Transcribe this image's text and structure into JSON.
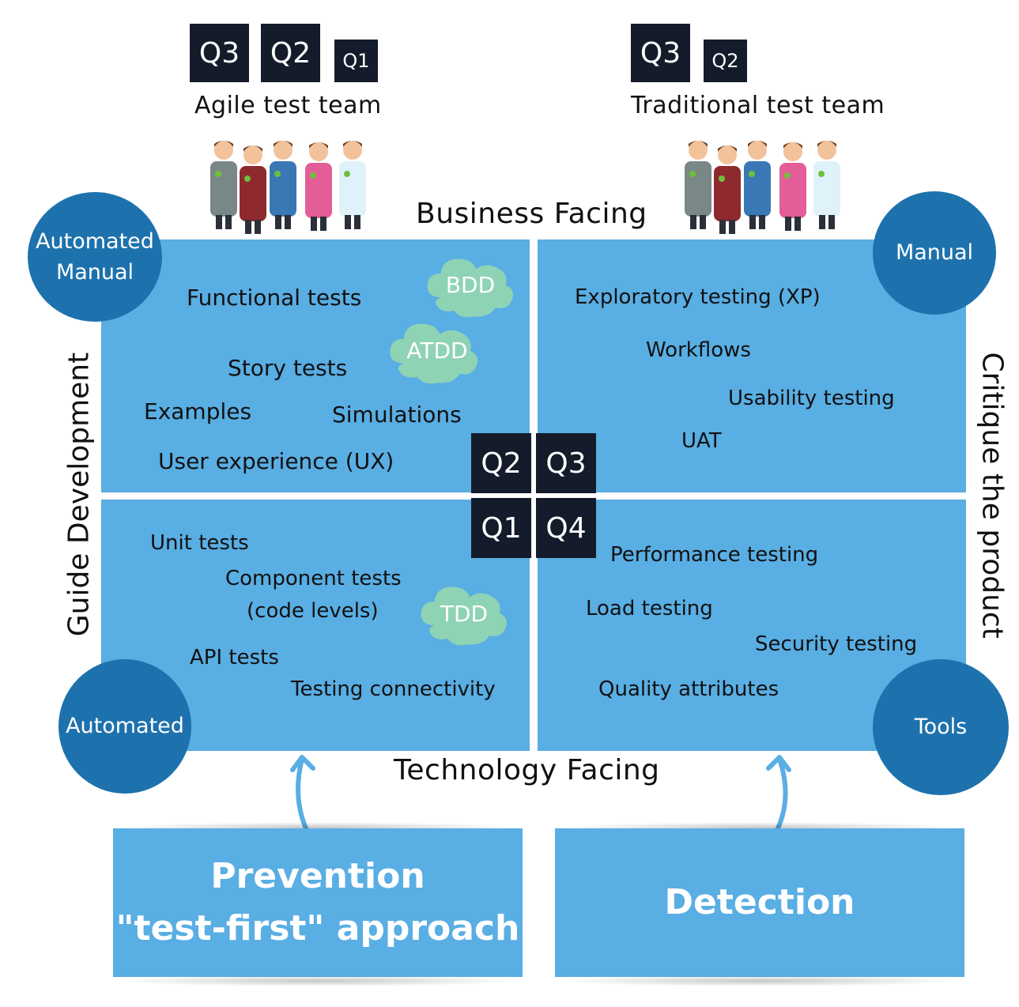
{
  "agile_team": {
    "badges": [
      "Q3",
      "Q2",
      "Q1"
    ],
    "label": "Agile test team"
  },
  "traditional_team": {
    "badges": [
      "Q3",
      "Q2"
    ],
    "label": "Traditional test team"
  },
  "axes": {
    "top": "Business Facing",
    "bottom": "Technology Facing",
    "left": "Guide Development",
    "right": "Critique the product"
  },
  "quadrants": {
    "q2": {
      "badge": "Q2",
      "items": [
        "Functional tests",
        "Story tests",
        "Examples",
        "Simulations",
        "User experience (UX)"
      ],
      "clouds": [
        "BDD",
        "ATDD"
      ],
      "circle_lines": [
        "Automated",
        "Manual"
      ]
    },
    "q3": {
      "badge": "Q3",
      "items": [
        "Exploratory testing (XP)",
        "Workflows",
        "Usability testing",
        "UAT"
      ],
      "circle": "Manual"
    },
    "q1": {
      "badge": "Q1",
      "items": [
        "Unit tests",
        "Component tests",
        "(code levels)",
        "API tests",
        "Testing connectivity"
      ],
      "clouds": [
        "TDD"
      ],
      "circle": "Automated"
    },
    "q4": {
      "badge": "Q4",
      "items": [
        "Performance testing",
        "Load testing",
        "Security testing",
        "Quality attributes"
      ],
      "circle": "Tools"
    }
  },
  "bottom": {
    "prevention_title": "Prevention",
    "prevention_subtitle": "\"test-first\" approach",
    "detection": "Detection"
  },
  "colors": {
    "quadrant": "#59aee3",
    "circle": "#1d72ad",
    "badge": "#141c2b",
    "cloud": "#8fd3b5",
    "arrow": "#59aee3"
  },
  "icons": [
    "team-people-icon",
    "cloud-icon",
    "curved-arrow-icon",
    "check-icon"
  ]
}
